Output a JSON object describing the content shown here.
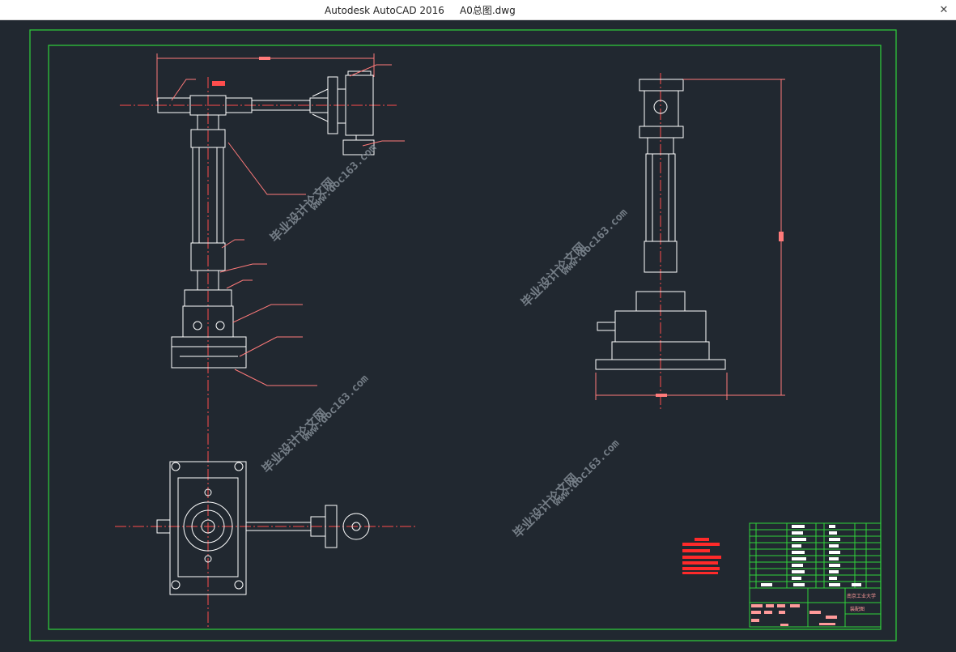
{
  "window": {
    "title": "Autodesk AutoCAD 2016     A0总图.dwg",
    "close_icon": "close-icon"
  },
  "colors": {
    "background": "#212830",
    "frame": "#2fd33a",
    "lines": "#ffffff",
    "centerline": "#ff4d4d",
    "dimension": "#ff7a7a",
    "watermark": "#7f8891",
    "redtext": "#ff2a2a"
  },
  "watermark": {
    "text": "毕业设计论文网 www.doc163.com"
  },
  "title_block": {
    "school": "南京工业大学",
    "drawing_name": "装配图"
  }
}
